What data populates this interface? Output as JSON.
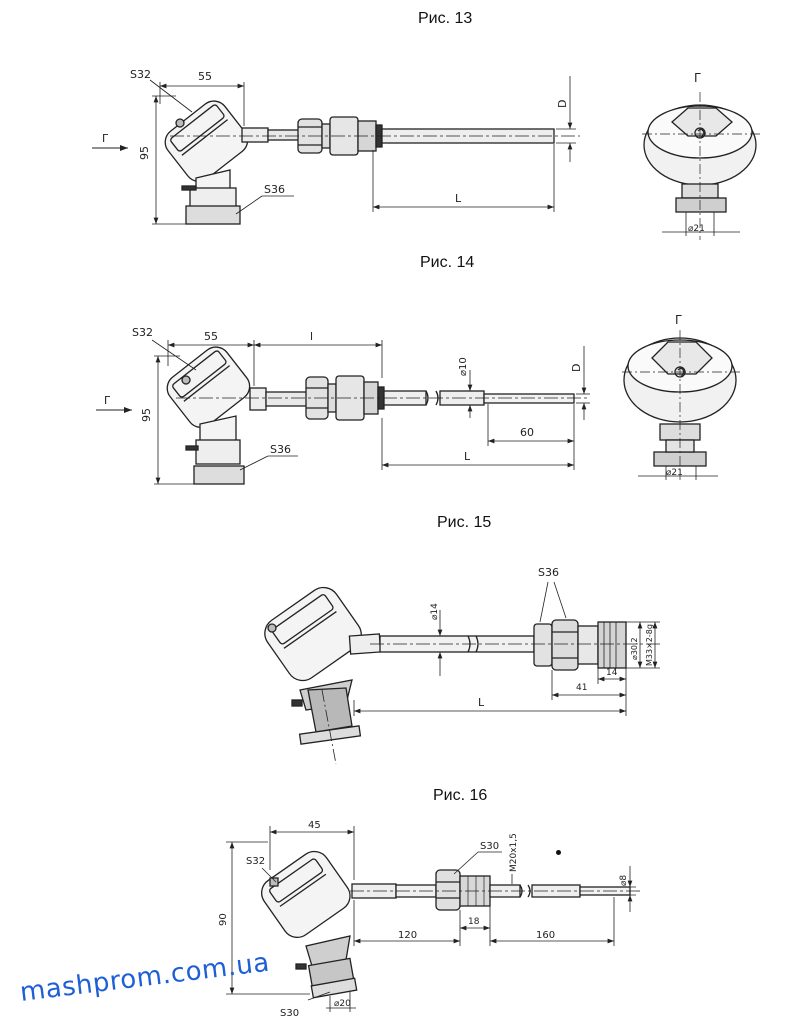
{
  "figures": [
    {
      "title": "Рис. 13",
      "labels": {
        "s32": "S32",
        "s36": "S36",
        "width": "55",
        "height": "95",
        "view": "Г",
        "view_arrow": "Г",
        "diameter": "D",
        "length": "L",
        "hex_dia": "⌀21"
      }
    },
    {
      "title": "Рис. 14",
      "labels": {
        "s32": "S32",
        "s36": "S36",
        "width": "55",
        "height": "95",
        "view": "Г",
        "view_arrow": "Г",
        "diameter": "D",
        "length": "L",
        "short_length": "l",
        "tube_dia": "⌀10",
        "tip_length": "60",
        "hex_dia": "⌀21"
      }
    },
    {
      "title": "Рис. 15",
      "labels": {
        "s36": "S36",
        "tube_dia": "⌀14",
        "length": "L",
        "dim_41": "41",
        "dim_14": "14",
        "dim_30": "⌀30,2",
        "thread": "M33×2-8g"
      }
    },
    {
      "title": "Рис. 16",
      "labels": {
        "s32": "S32",
        "s30_top": "S30",
        "s30_bottom": "S30",
        "width": "45",
        "height": "90",
        "dim_120": "120",
        "dim_18": "18",
        "dim_160": "160",
        "thread": "M20x1,5",
        "tip_dia": "⌀8",
        "base_dia": "⌀20"
      }
    }
  ],
  "watermark": "mashprom.com.ua"
}
